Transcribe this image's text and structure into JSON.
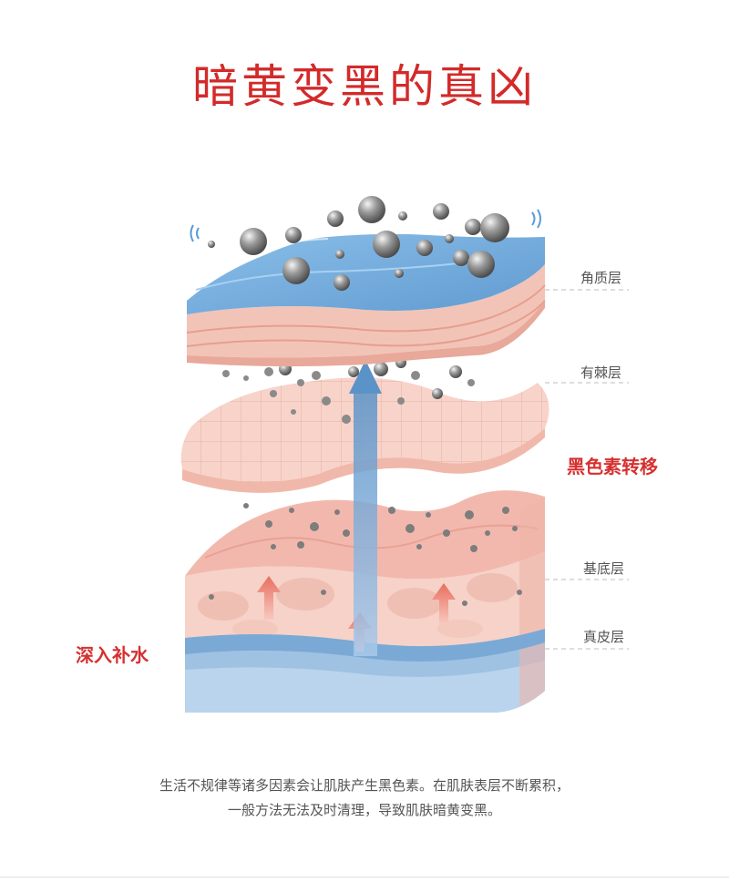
{
  "title": "暗黄变黑的真凶",
  "layers": {
    "stratum_corneum": "角质层",
    "stratum_spinosum": "有棘层",
    "stratum_basale": "基底层",
    "dermis": "真皮层"
  },
  "callouts": {
    "melanin_transfer": "黑色素转移",
    "deep_hydration": "深入补水"
  },
  "caption": {
    "line1": "生活不规律等诸多因素会让肌肤产生黑色素。在肌肤表层不断累积，",
    "line2": "一般方法无法及时清理，导致肌肤暗黄变黑。"
  },
  "colors": {
    "title": "#d32a2a",
    "callout": "#d63030",
    "water_blue": "#6aa3d6",
    "skin_pink": "#f2c0b4",
    "melanin_gray": "#8e8e8e"
  }
}
